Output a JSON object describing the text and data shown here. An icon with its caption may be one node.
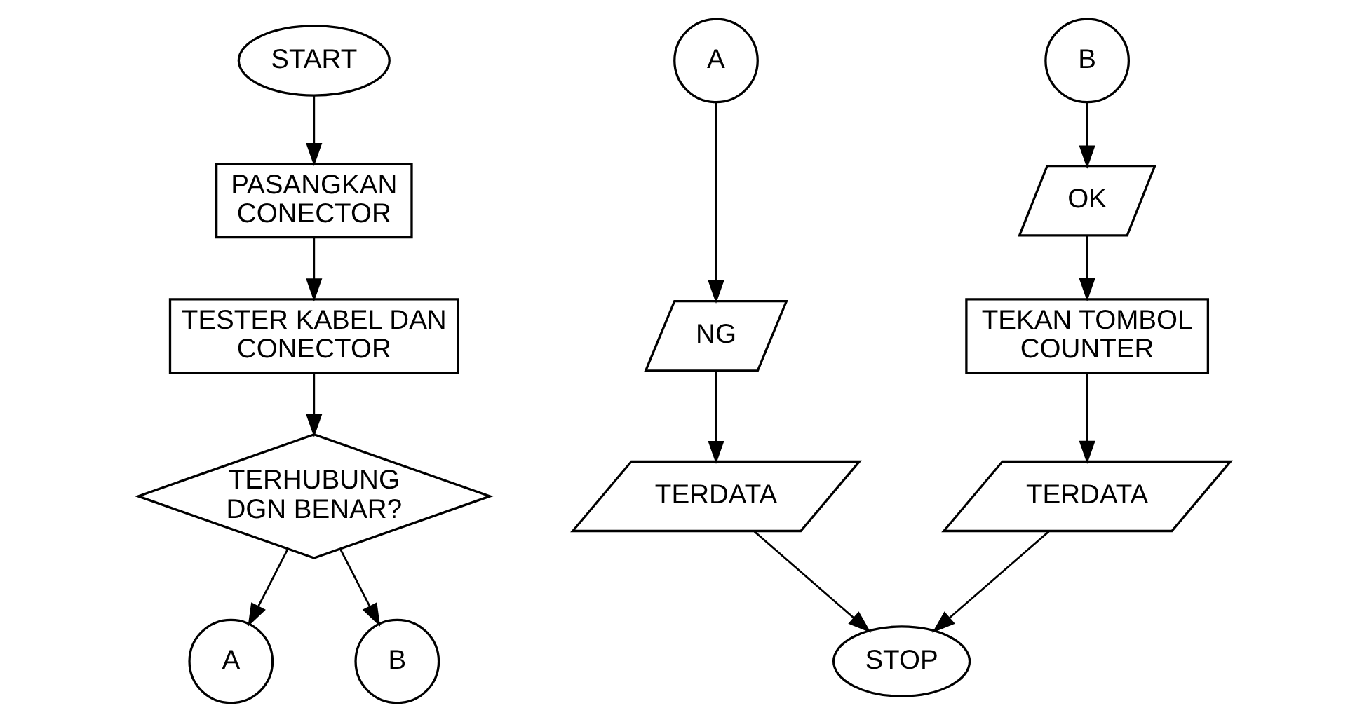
{
  "diagram": {
    "nodes": [
      {
        "text": [
          "START"
        ]
      },
      {
        "text": [
          "PASANGKAN CONECTOR"
        ]
      },
      {
        "text": [
          "TESTER KABEL DAN CONECTOR"
        ]
      },
      {
        "text": [
          "TERHUBUNG DGN BENAR?"
        ]
      },
      {
        "text": [
          "A"
        ]
      },
      {
        "text": [
          "B"
        ]
      },
      {
        "text": [
          "A"
        ]
      },
      {
        "text": [
          "B"
        ]
      },
      {
        "text": [
          "NG"
        ]
      },
      {
        "text": [
          "OK"
        ]
      },
      {
        "text": [
          "TEKAN TOMBOL COUNTER"
        ]
      },
      {
        "text": [
          "TERDATA"
        ]
      },
      {
        "text": [
          "TERDATA"
        ]
      },
      {
        "text": [
          "STOP"
        ]
      }
    ],
    "edges": [
      {
        "from": 0,
        "to": 1,
        "arrow": "to"
      },
      {
        "from": 1,
        "to": 2,
        "arrow": "to"
      },
      {
        "from": 2,
        "to": 3,
        "arrow": "to"
      },
      {
        "from": 3,
        "to": 4,
        "arrow": "to"
      },
      {
        "from": 3,
        "to": 5,
        "arrow": "to"
      },
      {
        "from": 6,
        "to": 8,
        "arrow": "to"
      },
      {
        "from": 7,
        "to": 9,
        "arrow": "to"
      },
      {
        "from": 8,
        "to": 11,
        "arrow": "to"
      },
      {
        "from": 9,
        "to": 10,
        "arrow": "to"
      },
      {
        "from": 10,
        "to": 12,
        "arrow": "to"
      },
      {
        "from": 11,
        "to": 13,
        "arrow": "to"
      },
      {
        "from": 12,
        "to": 13,
        "arrow": "to"
      }
    ]
  }
}
